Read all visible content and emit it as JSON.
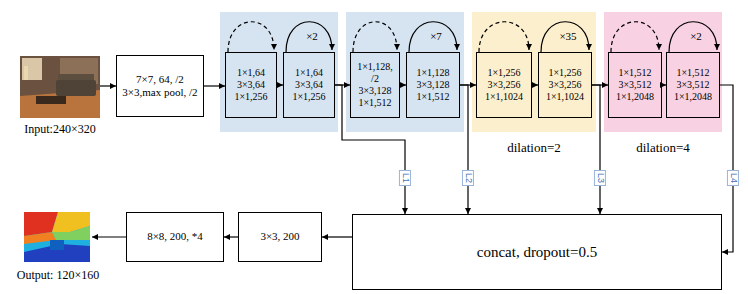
{
  "diagram": {
    "nodes": [
      {
        "text": [
          "7×7, 64, /2",
          "3×3,max pool, /2"
        ]
      },
      {
        "text": [
          "1×1,64",
          "3×3,64",
          "1×1,256"
        ]
      },
      {
        "text": [
          "1×1,64",
          "3×3,64",
          "1×1,256"
        ]
      },
      {
        "text": [
          "1×1,128, /2",
          "3×3,128",
          "1×1,512"
        ]
      },
      {
        "text": [
          "1×1,128",
          "3×3,128",
          "1×1,512"
        ]
      },
      {
        "text": [
          "1×1,256",
          "3×3,256",
          "1×1,1024"
        ]
      },
      {
        "text": [
          "1×1,256",
          "3×3,256",
          "1×1,1024"
        ]
      },
      {
        "text": [
          "1×1,512",
          "3×3,512",
          "1×1,2048"
        ]
      },
      {
        "text": [
          "1×1,512",
          "3×3,512",
          "1×1,2048"
        ]
      },
      {
        "text": [
          "concat, dropout=0.5"
        ]
      },
      {
        "text": [
          "3×3, 200"
        ]
      },
      {
        "text": [
          "8×8, 200, *4"
        ]
      }
    ],
    "edges": [
      {
        "from": 0,
        "to": 1,
        "arrow": "to"
      },
      {
        "from": 1,
        "to": 2,
        "arrow": "to"
      },
      {
        "from": 2,
        "to": 3,
        "arrow": "to"
      },
      {
        "from": 3,
        "to": 4,
        "arrow": "to"
      },
      {
        "from": 4,
        "to": 5,
        "arrow": "to"
      },
      {
        "from": 5,
        "to": 6,
        "arrow": "to"
      },
      {
        "from": 6,
        "to": 7,
        "arrow": "to"
      },
      {
        "from": 7,
        "to": 8,
        "arrow": "to"
      },
      {
        "from": 2,
        "to": 9,
        "label": "L1",
        "arrow": "to"
      },
      {
        "from": 4,
        "to": 9,
        "label": "L2",
        "arrow": "to"
      },
      {
        "from": 6,
        "to": 9,
        "label": "L3",
        "arrow": "to"
      },
      {
        "from": 8,
        "to": 9,
        "label": "L4",
        "arrow": "to"
      },
      {
        "from": 9,
        "to": 10,
        "arrow": "to"
      },
      {
        "from": 10,
        "to": 11,
        "arrow": "to"
      }
    ],
    "labels": [
      "Input:240×320",
      "×2",
      "×7",
      "×35",
      "×2",
      "dilation=2",
      "dilation=4",
      "Output: 120×160"
    ]
  }
}
